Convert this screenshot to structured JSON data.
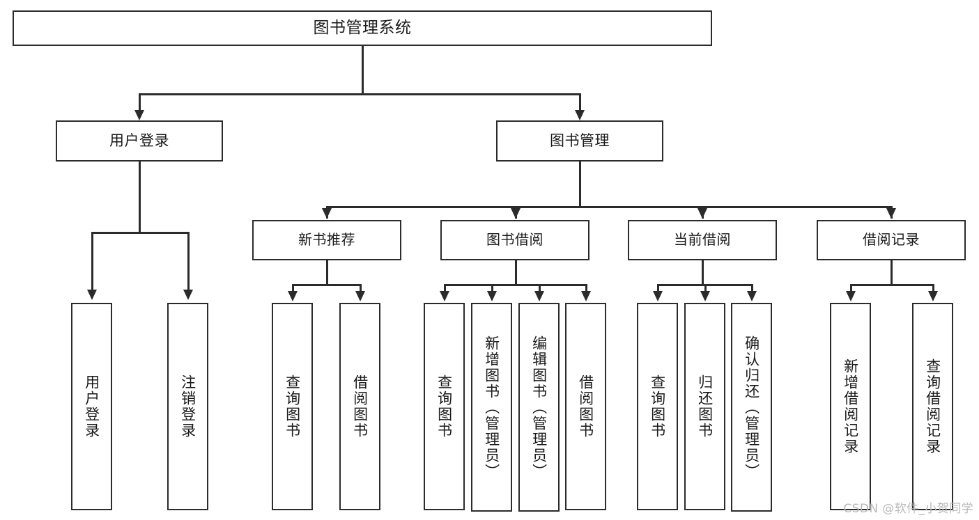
{
  "diagram": {
    "type": "tree-hierarchy-diagram",
    "root": {
      "label": "图书管理系统"
    },
    "level2": [
      {
        "label": "用户登录"
      },
      {
        "label": "图书管理"
      }
    ],
    "level3": [
      {
        "label": "新书推荐"
      },
      {
        "label": "图书借阅"
      },
      {
        "label": "当前借阅"
      },
      {
        "label": "借阅记录"
      }
    ],
    "leaves": {
      "user_login": [
        {
          "label": "用户登录"
        },
        {
          "label": "注销登录"
        }
      ],
      "new_book_recommend": [
        {
          "label": "查询图书"
        },
        {
          "label": "借阅图书"
        }
      ],
      "book_borrow": [
        {
          "label": "查询图书"
        },
        {
          "label": "新增图书（管理员）"
        },
        {
          "label": "编辑图书（管理员）"
        },
        {
          "label": "借阅图书"
        }
      ],
      "current_borrow": [
        {
          "label": "查询图书"
        },
        {
          "label": "归还图书"
        },
        {
          "label": "确认归还（管理员）"
        }
      ],
      "borrow_record": [
        {
          "label": "新增借阅记录"
        },
        {
          "label": "查询借阅记录"
        }
      ]
    }
  },
  "watermark": {
    "text": "CSDN @软件_小贺同学"
  },
  "colors": {
    "stroke": "#2b2b2b",
    "background": "#ffffff",
    "text": "#1a1a1a",
    "watermark": "#b9b9b9"
  }
}
